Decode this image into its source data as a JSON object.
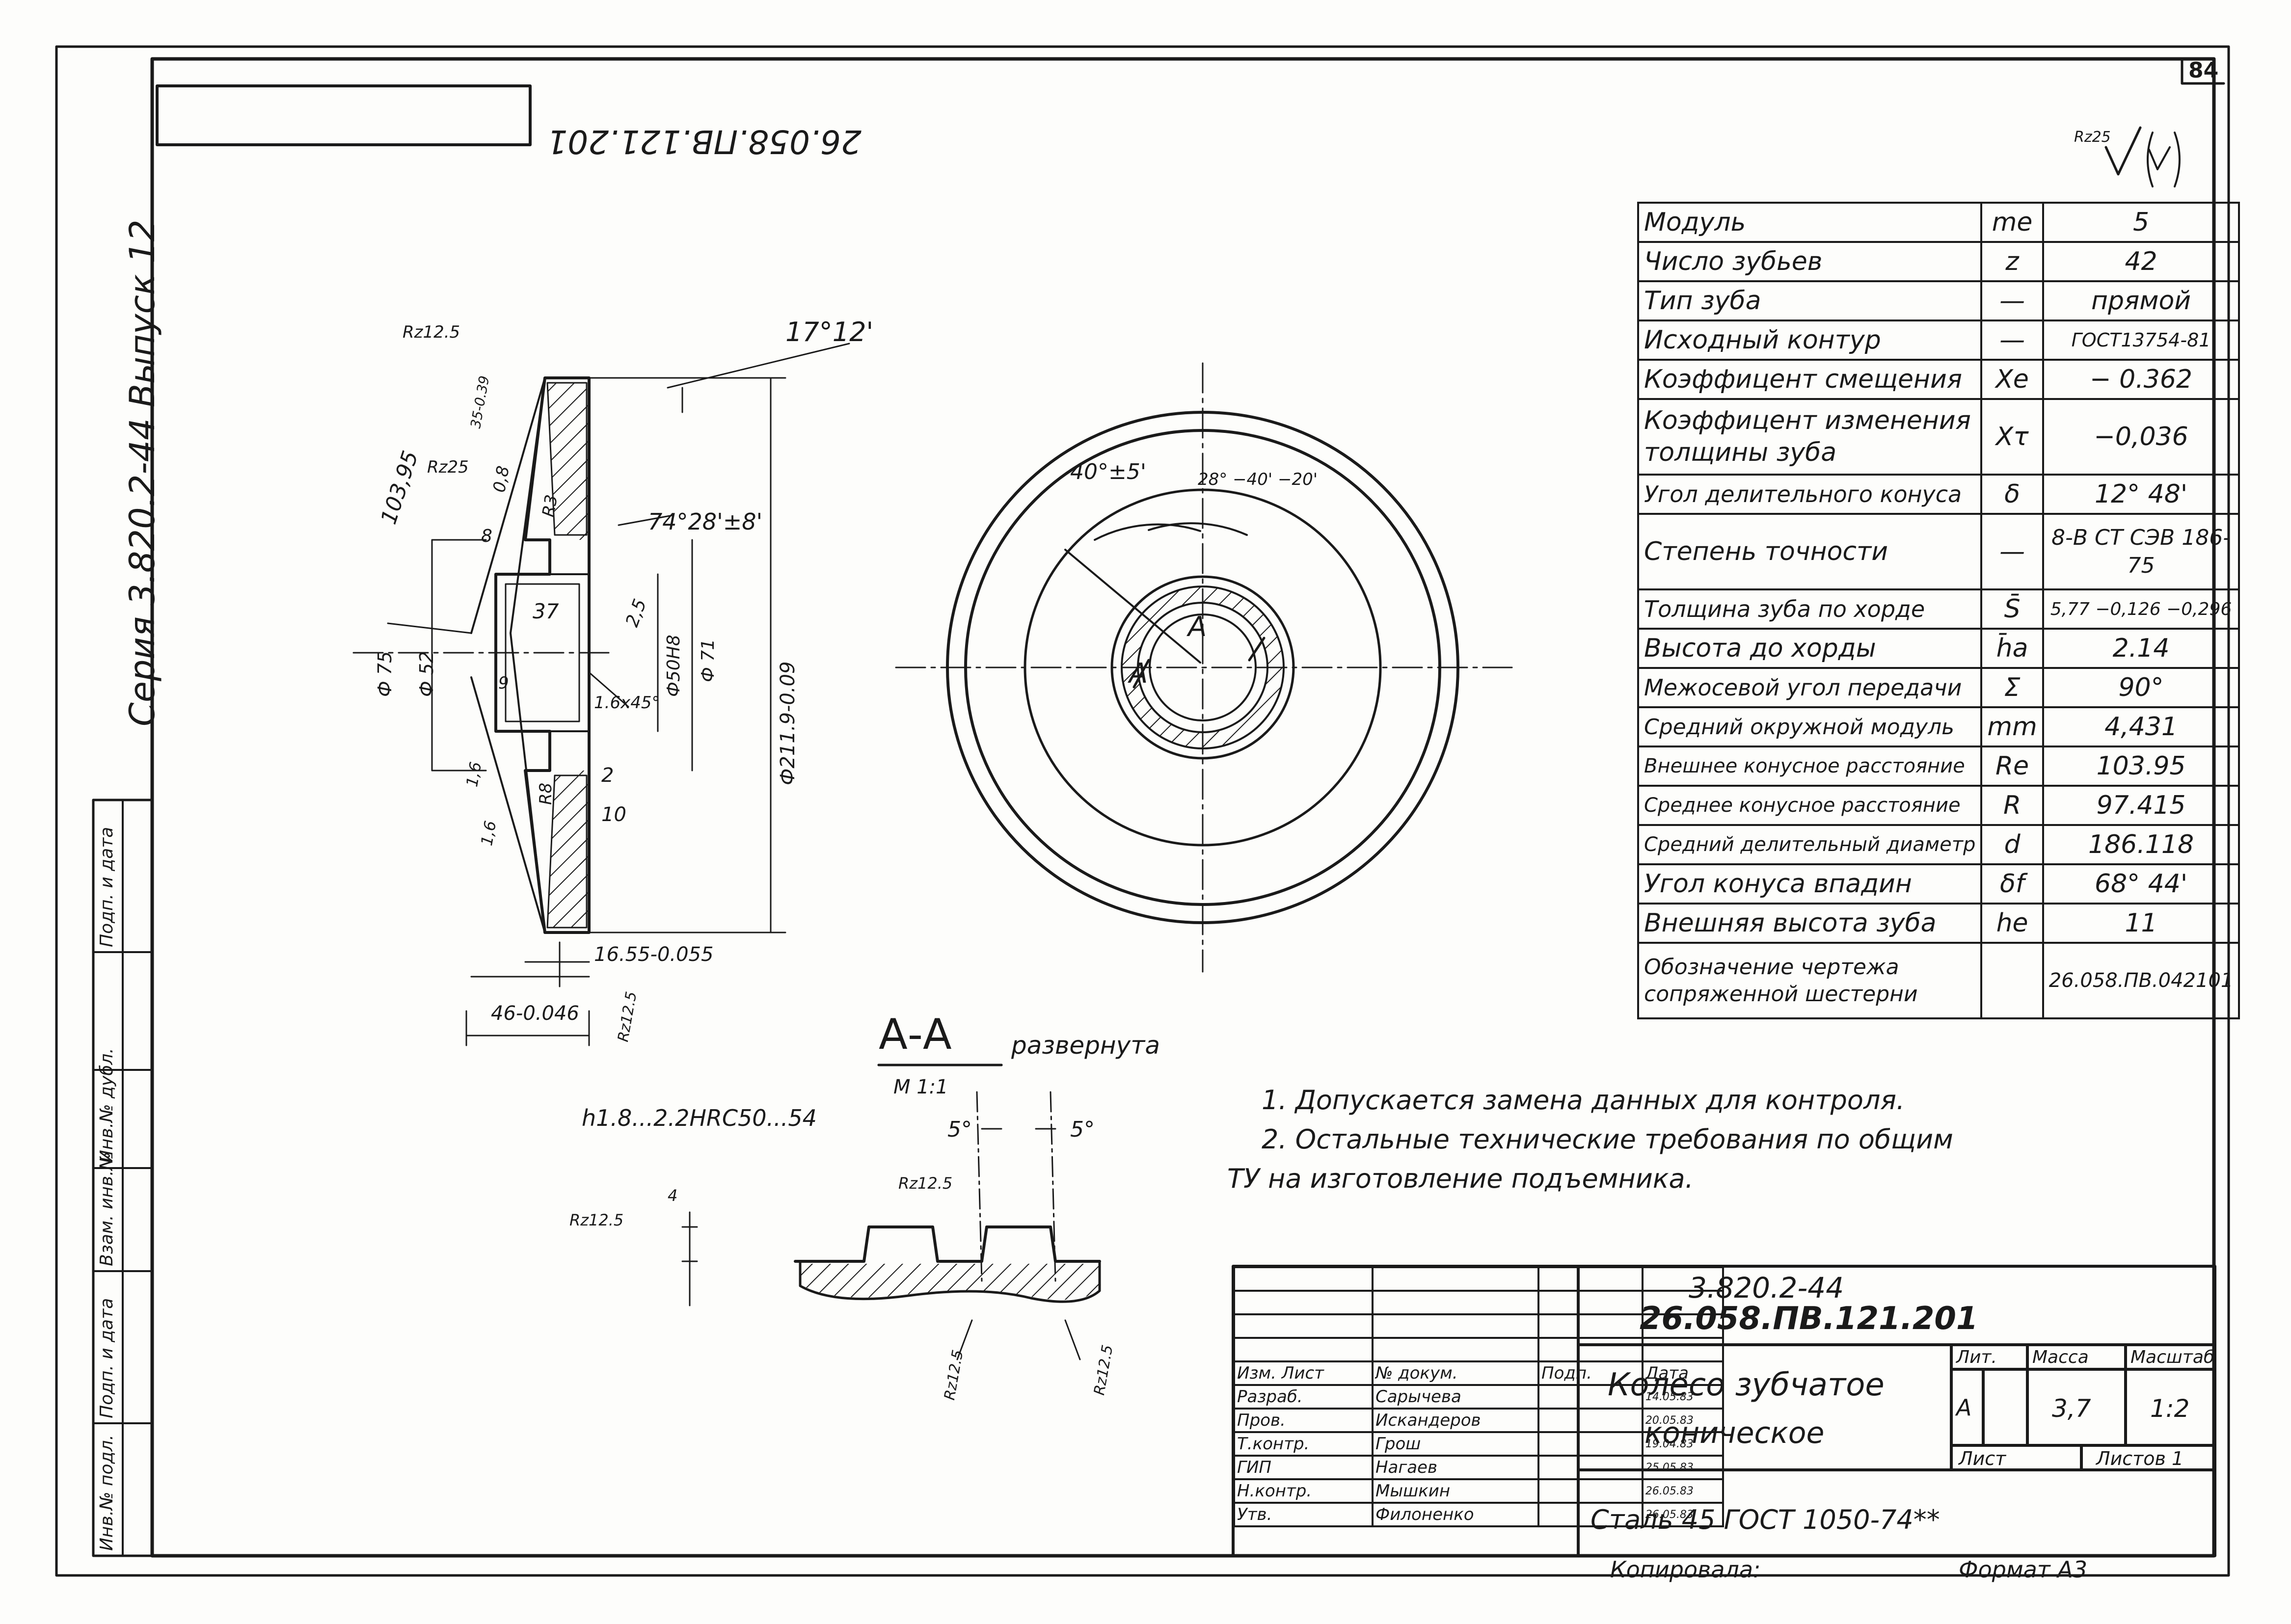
{
  "sheet": {
    "number": "84",
    "doc_code_top": "26.058.ПВ.121.201",
    "series_left": "Серия 3.820.2-44     Выпуск 12",
    "surface_mark": "Rz25",
    "scale_note": "М 1:1",
    "section_title": "А-А",
    "section_caption": "развернута"
  },
  "gear_params": [
    {
      "name": "Модуль",
      "symbol": "mе",
      "value": "5"
    },
    {
      "name": "Число зубьев",
      "symbol": "z",
      "value": "42"
    },
    {
      "name": "Тип зуба",
      "symbol": "—",
      "value": "прямой"
    },
    {
      "name": "Исходный контур",
      "symbol": "—",
      "value": "ГОСТ13754-81"
    },
    {
      "name": "Коэффицент смещения",
      "symbol": "Xe",
      "value": "− 0.362"
    },
    {
      "name": "Коэффицент изменения толщины зуба",
      "symbol": "Xτ",
      "value": "−0,036"
    },
    {
      "name": "Угол делительного конуса",
      "symbol": "δ",
      "value": "12° 48'"
    },
    {
      "name": "Степень точности",
      "symbol": "—",
      "value": "8-В СТ СЭВ 186-75"
    },
    {
      "name": "Толщина зуба по хорде",
      "symbol": "S̄",
      "value": "5,77 −0,126 −0,296"
    },
    {
      "name": "Высота до хорды",
      "symbol": "h̄а",
      "value": "2.14"
    },
    {
      "name": "Межосевой угол передачи",
      "symbol": "Σ",
      "value": "90°"
    },
    {
      "name": "Средний окружной модуль",
      "symbol": "mm",
      "value": "4,431"
    },
    {
      "name": "Внешнее конусное расстояние",
      "symbol": "Re",
      "value": "103.95"
    },
    {
      "name": "Среднее конусное расстояние",
      "symbol": "R",
      "value": "97.415"
    },
    {
      "name": "Средний делительный диаметр",
      "symbol": "d",
      "value": "186.118"
    },
    {
      "name": "Угол конуса впадин",
      "symbol": "δf",
      "value": "68° 44'"
    },
    {
      "name": "Внешняя высота зуба",
      "symbol": "he",
      "value": "11"
    },
    {
      "name": "Обозначение чертежа сопряженной шестерни",
      "symbol": "",
      "value": "26.058.ПВ.042101"
    }
  ],
  "notes": [
    "1. Допускается замена данных для контроля.",
    "2. Остальные технические требования по общим",
    "ТУ на изготовление подъемника."
  ],
  "dimensions": {
    "angle_top": "17°12'",
    "len_103": "103,95",
    "rz125_a": "Rz12.5",
    "rz25_b": "Rz25",
    "d_35": "35-0.39",
    "d_08": "0,8",
    "r3": "R3",
    "d_8": "8",
    "angle_74": "74°28'±8'",
    "d_37": "37",
    "d_25": "2,5",
    "d_50h8": "Ф50Н8",
    "d_71": "Ф 71",
    "d_75": "Ф 75",
    "d_52": "Ф 52",
    "d_9": "9",
    "chamfer": "1.6x45°",
    "d_211": "Ф211.9-0.09",
    "d_2": "2",
    "r8": "R8",
    "d_10": "10",
    "d_16a": "1,6",
    "d_16b": "1,6",
    "d_1655": "16.55-0.055",
    "d_46": "46-0.046",
    "rz125_b": "Rz12.5",
    "angle_40": "40°±5'",
    "angle_28": "28° −40' −20'",
    "label_a1": "А",
    "label_a2": "А"
  },
  "section_aa": {
    "hardness": "h1.8...2.2HRC50...54",
    "angle_5a": "5°",
    "angle_5b": "5°",
    "rz_a": "Rz12.5",
    "rz_b": "Rz12.5",
    "rz_c": "Rz12.5",
    "rz_d": "Rz12.5",
    "dim_4": "4"
  },
  "title_block": {
    "code1": "3.820.2-44",
    "code2": "26.058.ПВ.121.201",
    "title_line1": "Колесо зубчатое",
    "title_line2": "коническое",
    "material": "Сталь 45 ГОСТ 1050-74**",
    "lit_label": "Лит.",
    "mass_label": "Масса",
    "scale_label": "Масштаб",
    "lit_value": "А",
    "mass_value": "3,7",
    "scale_value": "1:2",
    "sheet_label": "Лист",
    "sheets_label": "Листов 1",
    "copied": "Копировала:",
    "format": "Формат А3",
    "header": [
      "Изм.",
      "Лист",
      "№ докум.",
      "Подп.",
      "Дата"
    ],
    "rows": [
      {
        "role": "Разраб.",
        "name": "Сарычева",
        "sign": "",
        "date": "14.05.83"
      },
      {
        "role": "Пров.",
        "name": "Искандеров",
        "sign": "",
        "date": "20.05.83"
      },
      {
        "role": "Т.контр.",
        "name": "Грош",
        "sign": "",
        "date": "19.04.83"
      },
      {
        "role": "ГИП",
        "name": "Нагаев",
        "sign": "",
        "date": "25.05.83"
      },
      {
        "role": "Н.контр.",
        "name": "Мышкин",
        "sign": "",
        "date": "26.05.83"
      },
      {
        "role": "Утв.",
        "name": "Филоненко",
        "sign": "",
        "date": "26.05.83"
      }
    ]
  },
  "side_stamp": [
    "Инв.№ подл.",
    "Подп. и дата",
    "Взам. инв.№",
    "Инв.№ дубл.",
    "Подп. и дата"
  ]
}
